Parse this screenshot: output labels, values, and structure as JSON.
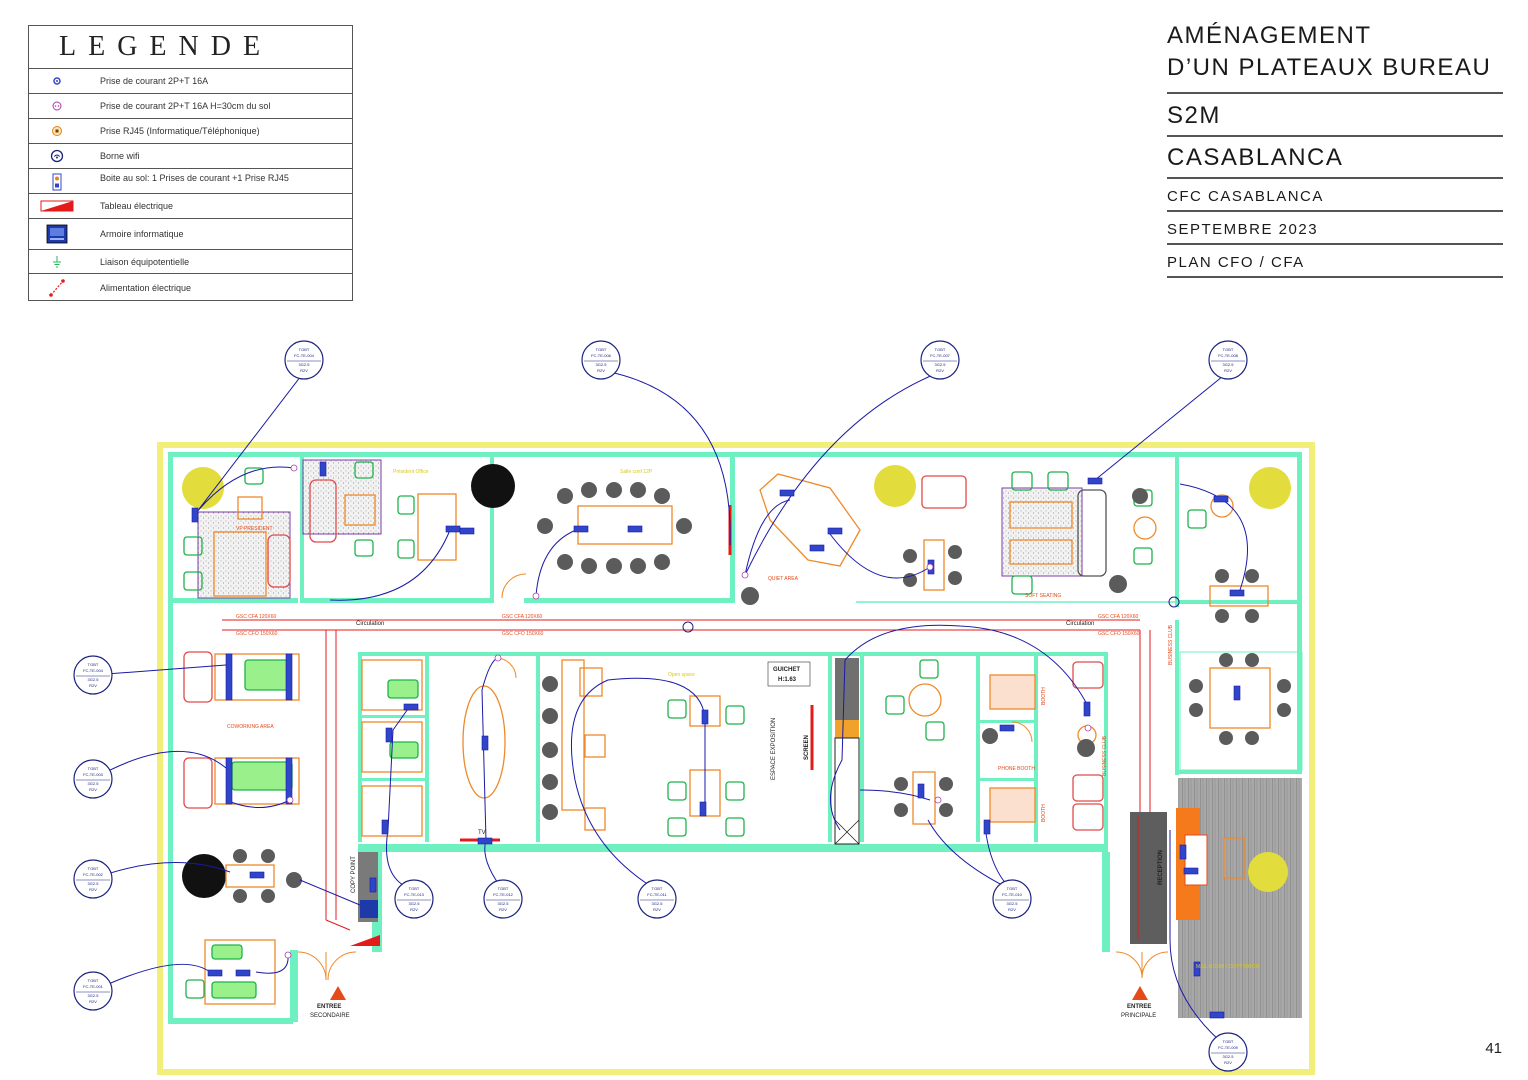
{
  "legend": {
    "title": "LEGENDE",
    "items": [
      {
        "label": "Prise de courant 2P+T 16A",
        "icon": "power-outlet-icon",
        "color": "#3046c8"
      },
      {
        "label": "Prise de courant 2P+T 16A H=30cm du sol",
        "icon": "low-power-outlet-icon",
        "color": "#b03aa8"
      },
      {
        "label": "Prise RJ45 (Informatique/Téléphonique)",
        "icon": "rj45-outlet-icon",
        "color": "#e0861c"
      },
      {
        "label": "Borne wifi",
        "icon": "wifi-terminal-icon",
        "color": "#1a237e"
      },
      {
        "label": "Boite au sol: 1 Prises de courant +1 Prise RJ45",
        "icon": "floor-box-icon",
        "color": "#3046c8"
      },
      {
        "label": "Tableau électrique",
        "icon": "electrical-panel-icon",
        "color": "#e41b1b"
      },
      {
        "label": "Armoire informatique",
        "icon": "it-cabinet-icon",
        "color": "#1e3aa8"
      },
      {
        "label": "Liaison équipotentielle",
        "icon": "equipotential-icon",
        "color": "#1fb85a"
      },
      {
        "label": "Alimentation électrique",
        "icon": "power-supply-icon",
        "color": "#e41b1b"
      }
    ]
  },
  "titleblock": {
    "line1": "AMÉNAGEMENT",
    "line2": "D’UN PLATEAUX BUREAU",
    "client": "S2M",
    "city": "CASABLANCA",
    "site": "CFC CASABLANCA",
    "date": "SEPTEMBRE 2023",
    "plan": "PLAN CFO / CFA"
  },
  "page_number": "41",
  "plan": {
    "rooms": {
      "vp": "VP PRESIDENT",
      "president": "Président Office",
      "conference": "Salle conf 12P",
      "quiet": "QUIET AREA",
      "soft": "SOFT SEATING",
      "coworking": "COWORKING AREA",
      "open_space": "Open space",
      "phone_booth": "PHONE BOOTH",
      "booth_1": "BOOTH",
      "booth_2": "BOOTH",
      "business_club": "BUSINESS CLUB",
      "business_club_2": "BUSINESS CLUB",
      "mail_room": "MAIL ROOM / COPY ROOM"
    },
    "labels": {
      "circulation_left": "Circulation",
      "circulation_right": "Circulation",
      "guichet": "GUICHET",
      "guichet_h": "H:1.63",
      "espace_expo": "ESPACE EXPOSITION",
      "screen": "SCREEN",
      "copy_point": "COPY POINT",
      "reception": "RECEPTION",
      "entree_sec_1": "ENTREE",
      "entree_sec_2": "SECONDAIRE",
      "entree_pri_1": "ENTREE",
      "entree_pri_2": "PRINCIPALE",
      "tv": "TV"
    },
    "cable_labels": {
      "cfa_left": "GSC CFA 120X60",
      "cfo_left": "GSC CFO 150X60",
      "cfa_mid": "GSC CFA 120X60",
      "cfo_mid": "GSC CFO 150X60",
      "cfa_right": "GSC CFA 120X60",
      "cfo_right": "GSC CFO 150X60"
    },
    "tags": [
      {
        "id": "tag-top-1",
        "line1": "TGBT",
        "line2": "FC-TE-004",
        "line3": "3G2.5",
        "line4": "R2V"
      },
      {
        "id": "tag-top-2",
        "line1": "TGBT",
        "line2": "FC-TE-006",
        "line3": "3G2.5",
        "line4": "R2V"
      },
      {
        "id": "tag-top-3",
        "line1": "TGBT",
        "line2": "FC-TE-007",
        "line3": "3G2.5",
        "line4": "R2V"
      },
      {
        "id": "tag-top-4",
        "line1": "TGBT",
        "line2": "FC-TE-008",
        "line3": "3G2.5",
        "line4": "R2V"
      },
      {
        "id": "tag-left-1",
        "line1": "TGBT",
        "line2": "FC-TE-004",
        "line3": "3G2.5",
        "line4": "R2V"
      },
      {
        "id": "tag-left-2",
        "line1": "TGBT",
        "line2": "FC-TE-003",
        "line3": "3G2.5",
        "line4": "R2V"
      },
      {
        "id": "tag-left-3",
        "line1": "TGBT",
        "line2": "FC-TE-002",
        "line3": "3G2.5",
        "line4": "R2V"
      },
      {
        "id": "tag-left-4",
        "line1": "TGBT",
        "line2": "FC-TE-001",
        "line3": "3G2.5",
        "line4": "R2V"
      },
      {
        "id": "tag-bot-1",
        "line1": "TGBT",
        "line2": "FC-TE-013",
        "line3": "3G2.5",
        "line4": "R2V"
      },
      {
        "id": "tag-bot-2",
        "line1": "TGBT",
        "line2": "FC-TE-012",
        "line3": "3G2.5",
        "line4": "R2V"
      },
      {
        "id": "tag-bot-3",
        "line1": "TGBT",
        "line2": "FC-TE-011",
        "line3": "3G2.5",
        "line4": "R2V"
      },
      {
        "id": "tag-bot-4",
        "line1": "TGBT",
        "line2": "FC-TE-010",
        "line3": "3G2.5",
        "line4": "R2V"
      },
      {
        "id": "tag-bot-5",
        "line1": "TGBT",
        "line2": "FC-TE-009",
        "line3": "3G2.5",
        "line4": "R2V"
      }
    ],
    "colors": {
      "wall": "#6ef0c0",
      "outline": "#f2ee7a",
      "cable": "#1a1aa8",
      "furniture": "#ef8a2a",
      "chair": "#1db34a",
      "lounge": "#e14a4a",
      "floor_box": "#3046c8",
      "plant": "#333333",
      "yellow_pouf": "#e2dc3c",
      "reception": "#5e5e5e",
      "parquet": "#9e9e9e",
      "orange_desk": "#f47a1c"
    }
  }
}
